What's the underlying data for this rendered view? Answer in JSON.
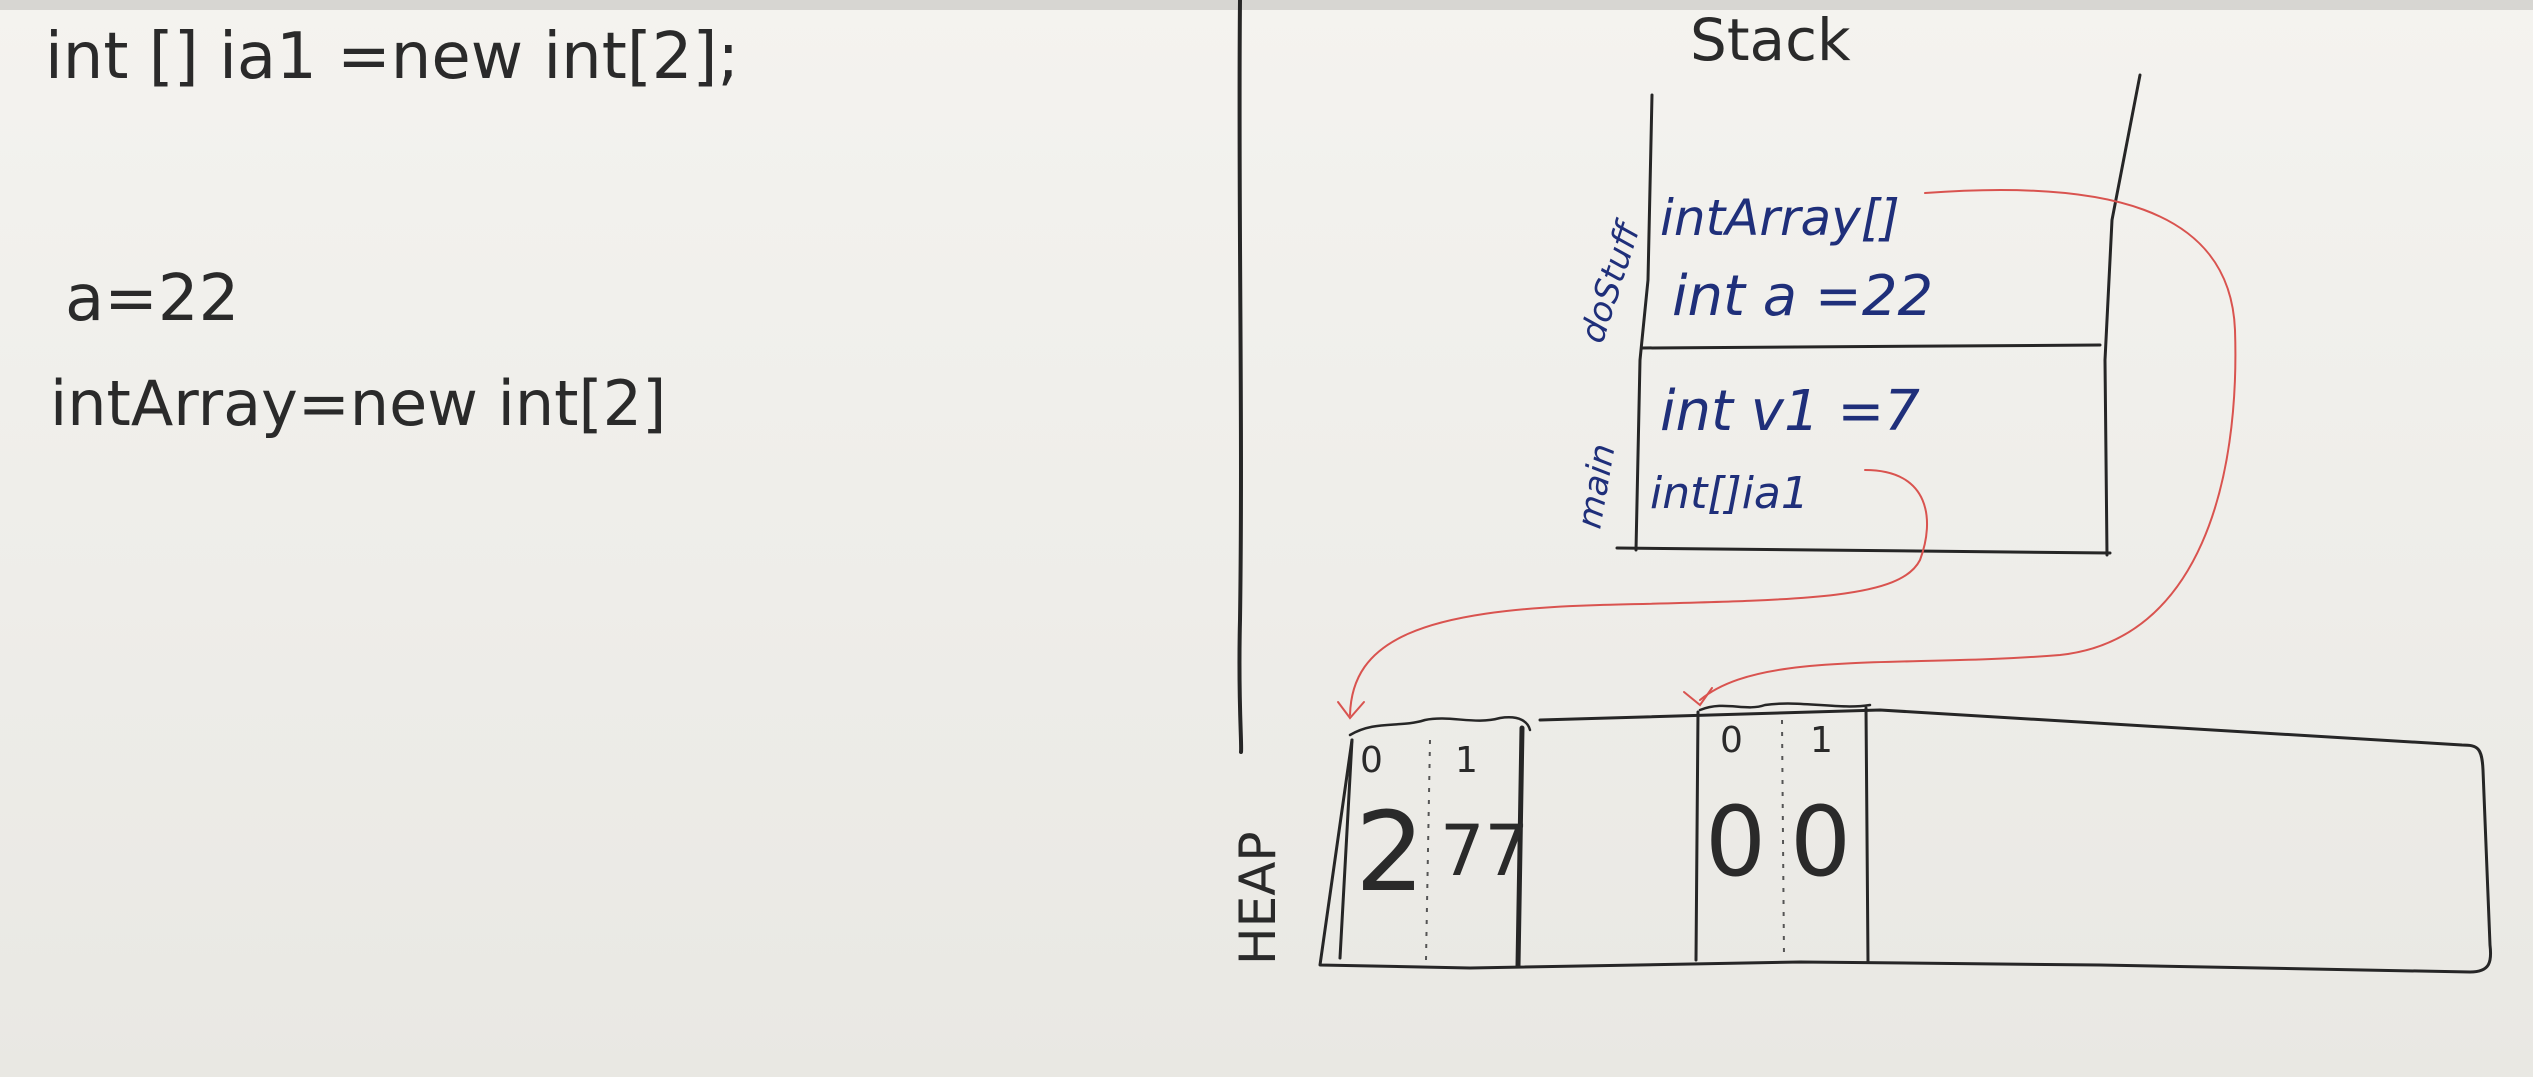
{
  "left_code": {
    "line1": "int [] ia1 =new int[2];",
    "line2": "a=22",
    "line3": "intArray=new int[2]"
  },
  "stack": {
    "title": "Stack",
    "frame_dostuff_label": "doStuff",
    "frame_main_label": "main",
    "rows": [
      "intArray[]",
      "int a =22",
      "int v1 =7",
      "int[]ia1"
    ]
  },
  "heap": {
    "label": "HEAP",
    "array1": {
      "indices": [
        "0",
        "1"
      ],
      "values": [
        "2",
        "77"
      ]
    },
    "array2": {
      "indices": [
        "0",
        "1"
      ],
      "values": [
        "0",
        "0"
      ]
    }
  }
}
